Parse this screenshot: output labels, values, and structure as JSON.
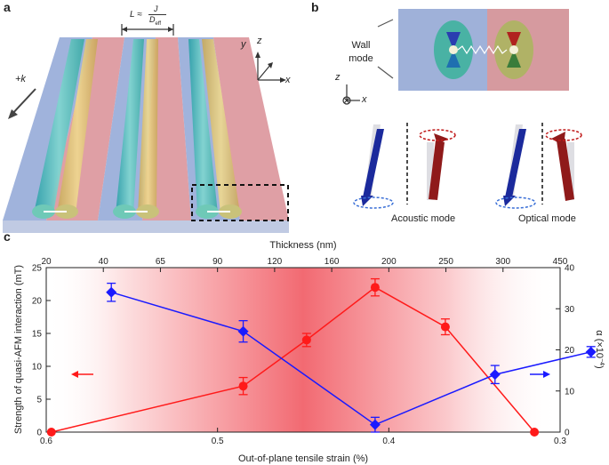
{
  "panels": {
    "a": {
      "letter": "a",
      "formula_L": "L ≈",
      "formula_num": "J",
      "formula_den": "D",
      "formula_den_sub": "eff",
      "k_label": "+k",
      "axis_x": "x",
      "axis_y": "y",
      "axis_z": "z"
    },
    "b": {
      "letter": "b",
      "wall_mode_1": "Wall",
      "wall_mode_2": "mode",
      "axis_x": "x",
      "axis_z": "z",
      "acoustic_label": "Acoustic mode",
      "optical_label": "Optical mode"
    },
    "c": {
      "letter": "c"
    }
  },
  "colors": {
    "blue_domain": "#8fa6d6",
    "red_domain": "#d98e95",
    "strength_series": "#ff1a1a",
    "alpha_series": "#1a1aff",
    "shade_peak": "#f26a72"
  },
  "chart_data": {
    "type": "line",
    "title": "",
    "top_axis_label": "Thickness (nm)",
    "top_tick_labels": [
      "20",
      "40",
      "65",
      "90",
      "120",
      "160",
      "200",
      "250",
      "300",
      "450"
    ],
    "xlabel": "Out-of-plane tensile strain (%)",
    "xlim": [
      0.6,
      0.3
    ],
    "x_reversed": true,
    "x_tick_labels": [
      "0.6",
      "0.5",
      "0.4",
      "0.3"
    ],
    "ylabel": "Strength of quasi-AFM interaction (mT)",
    "ylim": [
      0,
      25
    ],
    "y_tick_labels": [
      "0",
      "5",
      "10",
      "15",
      "20",
      "25"
    ],
    "y2label_main": "α (×10",
    "y2label_sup": "−4",
    "y2label_end": ")",
    "y2lim": [
      0,
      40
    ],
    "y2_tick_labels": [
      "0",
      "10",
      "20",
      "30",
      "40"
    ],
    "grid": false,
    "series": [
      {
        "axis": "left",
        "marker": "circle",
        "x": [
          0.597,
          0.485,
          0.448,
          0.408,
          0.367,
          0.315
        ],
        "y": [
          0,
          7,
          14,
          22,
          16,
          0
        ],
        "err": [
          0,
          1.3,
          1.0,
          1.3,
          1.2,
          0
        ]
      },
      {
        "axis": "right",
        "marker": "diamond",
        "x": [
          0.562,
          0.485,
          0.408,
          0.338,
          0.282
        ],
        "y": [
          34,
          24.5,
          1.8,
          14,
          19.5
        ],
        "err": [
          2.2,
          2.6,
          1.8,
          2.2,
          1.3
        ]
      }
    ]
  }
}
